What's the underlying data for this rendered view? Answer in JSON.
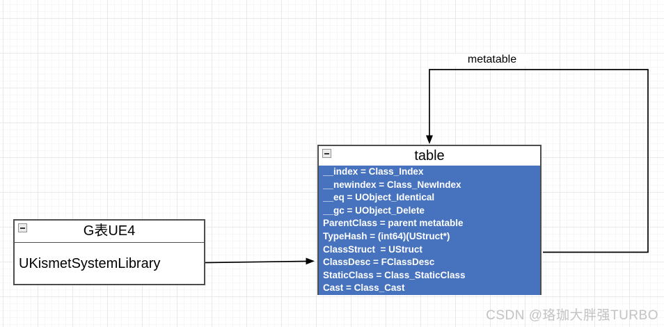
{
  "canvas": {
    "background": "#ffffff",
    "grid_minor_color": "#f7f7f7",
    "grid_major_color": "#e9e9e9"
  },
  "left_box": {
    "title": "G表UE4",
    "body": "UKismetSystemLibrary",
    "border_color": "#4d4d4d",
    "fill": "#ffffff",
    "collapse_icon": "minus-square"
  },
  "table_box": {
    "title": "table",
    "rows": [
      "__index = Class_Index",
      "__newindex = Class_NewIndex",
      "__eq = UObject_Identical",
      "__gc = UObject_Delete",
      "ParentClass = parent metatable",
      "TypeHash = (int64)(UStruct*)",
      "ClassStruct  = UStruct",
      "ClassDesc = FClassDesc",
      "StaticClass = Class_StaticClass",
      "Cast = Class_Cast"
    ],
    "body_fill": "#4672be",
    "body_text_color": "#ffffff",
    "border_color": "#4d4d4d",
    "collapse_icon": "minus-square"
  },
  "edges": {
    "metatable_label": "metatable",
    "connector_color": "#000000"
  },
  "watermark": "CSDN @珞珈大胖强TURBO"
}
